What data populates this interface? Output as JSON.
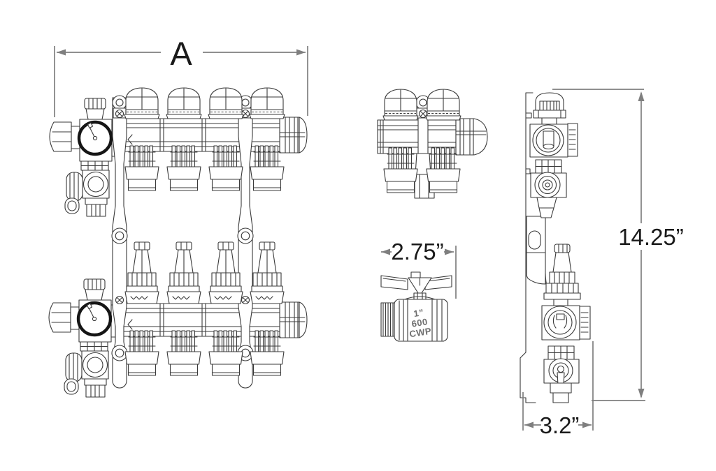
{
  "drawing": {
    "dims": {
      "overall_width": "A",
      "valve_width": "2.75”",
      "overall_height": "14.25”",
      "overall_depth": "3.2”"
    },
    "ball_valve_markings": {
      "size": "1”",
      "pressure_rating": "600",
      "rating_type": "CWP"
    },
    "colors": {
      "line": "#3a3a3a",
      "dimension": "#7f7f7f",
      "text": "#1a1a1a",
      "background": "#ffffff"
    }
  }
}
